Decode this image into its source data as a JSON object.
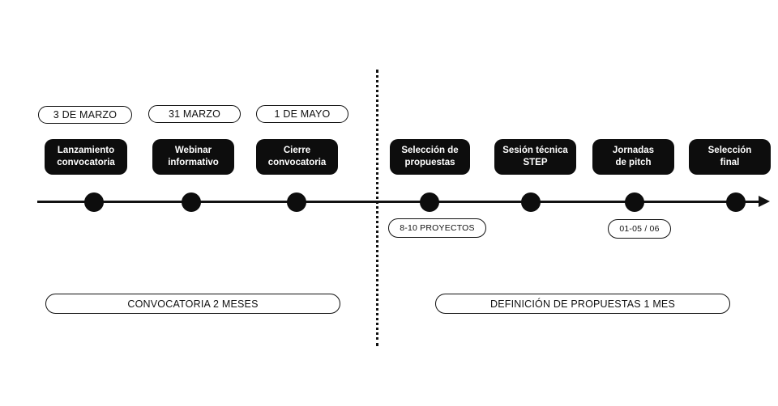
{
  "dates_top": {
    "d1": "3 DE MARZO",
    "d2": "31 MARZO",
    "d3": "1 DE MAYO"
  },
  "stages": {
    "s1": "Lanzamiento\nconvocatoria",
    "s2": "Webinar\ninformativo",
    "s3": "Cierre\nconvocatoria",
    "s4": "Selección de\npropuestas",
    "s5": "Sesión técnica\nSTEP",
    "s6": "Jornadas\nde pitch",
    "s7": "Selección\nfinal"
  },
  "notes_bottom": {
    "projects": "8-10 PROYECTOS",
    "pitch_dates": "01-05 / 06"
  },
  "phases": {
    "left": "CONVOCATORIA 2 MESES",
    "right": "DEFINICIÓN DE PROPUESTAS 1 MES"
  },
  "colors": {
    "ink": "#111111",
    "box_fill": "#0d0d0d",
    "background": "#ffffff"
  }
}
